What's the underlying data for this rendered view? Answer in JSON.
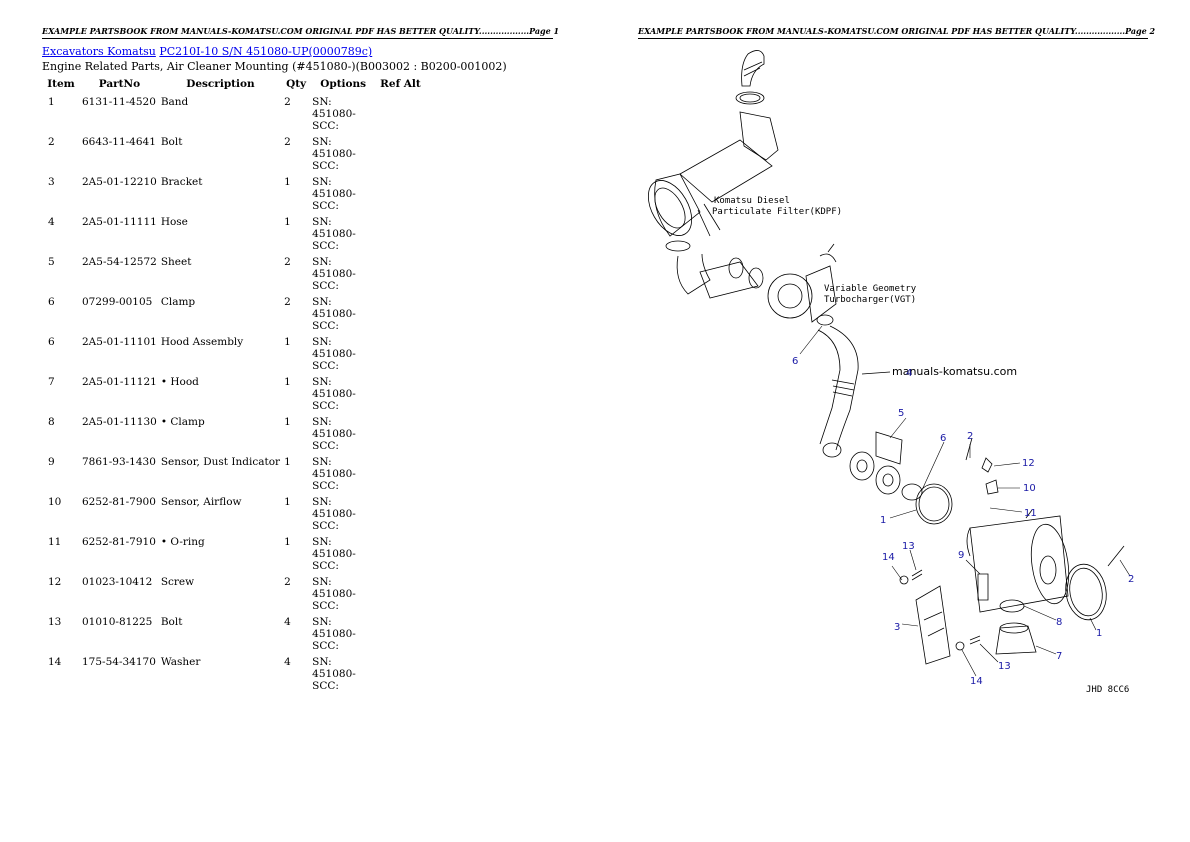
{
  "header": {
    "page1": "EXAMPLE PARTSBOOK FROM MANUALS-KOMATSU.COM ORIGINAL PDF HAS BETTER QUALITY..................Page 1",
    "page2": "EXAMPLE PARTSBOOK FROM MANUALS-KOMATSU.COM ORIGINAL PDF HAS BETTER QUALITY..................Page 2"
  },
  "breadcrumb": {
    "link1": "Excavators Komatsu",
    "link2": "PC210I-10 S/N 451080-UP(0000789c)"
  },
  "subtitle": "Engine Related Parts, Air Cleaner Mounting (#451080-)(B003002 : B0200-001002)",
  "columns": {
    "item": "Item",
    "partno": "PartNo",
    "description": "Description",
    "qty": "Qty",
    "options": "Options",
    "refalt": "Ref Alt"
  },
  "rows": [
    {
      "item": "1",
      "partno": "6131-11-4520",
      "desc": "Band",
      "qty": "2",
      "opt": "SN: 451080-SCC:"
    },
    {
      "item": "2",
      "partno": "6643-11-4641",
      "desc": "Bolt",
      "qty": "2",
      "opt": "SN: 451080-SCC:"
    },
    {
      "item": "3",
      "partno": "2A5-01-12210",
      "desc": "Bracket",
      "qty": "1",
      "opt": "SN: 451080-SCC:"
    },
    {
      "item": "4",
      "partno": "2A5-01-11111",
      "desc": "Hose",
      "qty": "1",
      "opt": "SN: 451080-SCC:"
    },
    {
      "item": "5",
      "partno": "2A5-54-12572",
      "desc": "Sheet",
      "qty": "2",
      "opt": "SN: 451080-SCC:"
    },
    {
      "item": "6",
      "partno": "07299-00105",
      "desc": "Clamp",
      "qty": "2",
      "opt": "SN: 451080-SCC:"
    },
    {
      "item": "6",
      "partno": "2A5-01-11101",
      "desc": "Hood Assembly",
      "qty": "1",
      "opt": "SN: 451080-SCC:"
    },
    {
      "item": "7",
      "partno": "2A5-01-11121",
      "desc": "• Hood",
      "qty": "1",
      "opt": "SN: 451080-SCC:"
    },
    {
      "item": "8",
      "partno": "2A5-01-11130",
      "desc": "• Clamp",
      "qty": "1",
      "opt": "SN: 451080-SCC:"
    },
    {
      "item": "9",
      "partno": "7861-93-1430",
      "desc": "Sensor, Dust Indicator",
      "qty": "1",
      "opt": "SN: 451080-SCC:"
    },
    {
      "item": "10",
      "partno": "6252-81-7900",
      "desc": "Sensor, Airflow",
      "qty": "1",
      "opt": "SN: 451080-SCC:"
    },
    {
      "item": "11",
      "partno": "6252-81-7910",
      "desc": "• O-ring",
      "qty": "1",
      "opt": "SN: 451080-SCC:"
    },
    {
      "item": "12",
      "partno": "01023-10412",
      "desc": "Screw",
      "qty": "2",
      "opt": "SN: 451080-SCC:"
    },
    {
      "item": "13",
      "partno": "01010-81225",
      "desc": "Bolt",
      "qty": "4",
      "opt": "SN: 451080-SCC:"
    },
    {
      "item": "14",
      "partno": "175-54-34170",
      "desc": "Washer",
      "qty": "4",
      "opt": "SN: 451080-SCC:"
    }
  ],
  "diagram": {
    "label_kdpf_1": "Komatsu Diesel",
    "label_kdpf_2": "Particulate Filter(KDPF)",
    "label_vgt_1": "Variable Geometry",
    "label_vgt_2": "Turbocharger(VGT)",
    "watermark": "manuals-komatsu.com",
    "code": "JHD 8CC6",
    "callouts": {
      "c6a": "6",
      "c4": "4",
      "c5": "5",
      "c6b": "6",
      "c2a": "2",
      "c12": "12",
      "c10": "10",
      "c11": "11",
      "c1a": "1",
      "c14a": "14",
      "c13a": "13",
      "c9": "9",
      "c2b": "2",
      "c3": "3",
      "c8": "8",
      "c1b": "1",
      "c7": "7",
      "c13b": "13",
      "c14b": "14"
    }
  }
}
